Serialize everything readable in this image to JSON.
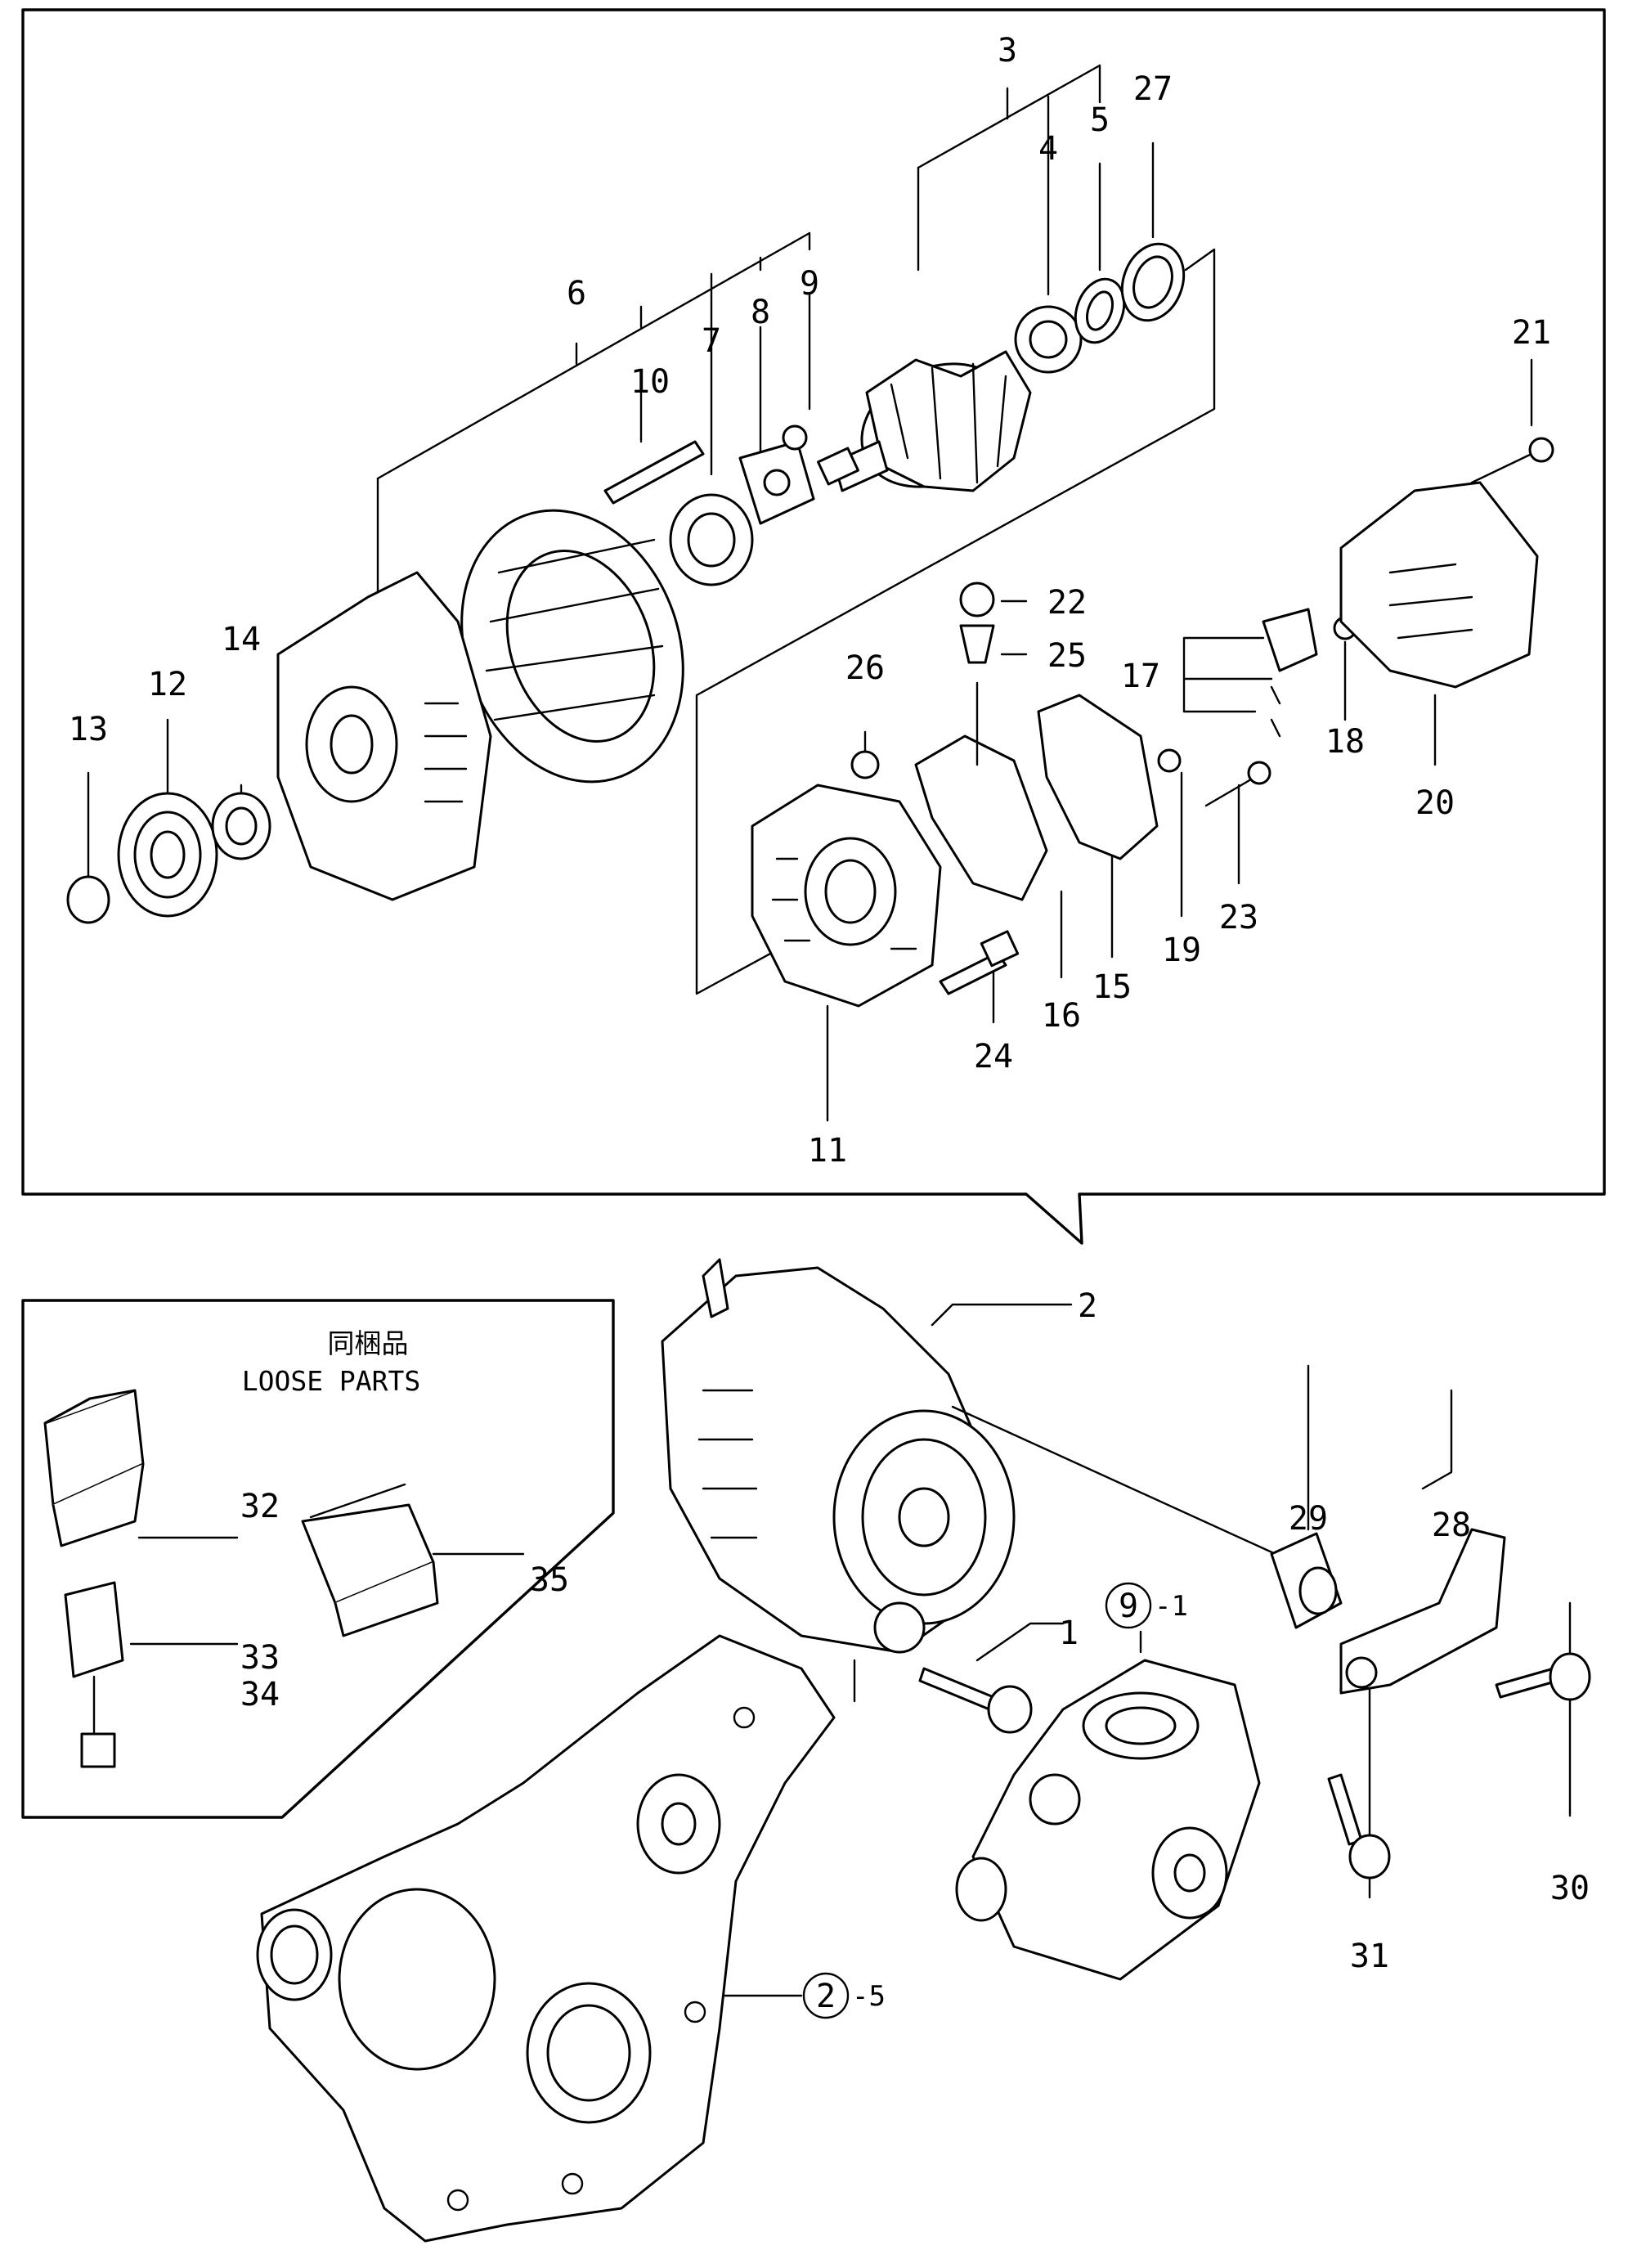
{
  "figure": {
    "loose_parts_title_jp": "同梱品",
    "loose_parts_title_en": "LOOSE PARTS",
    "callouts": [
      "1",
      "2",
      "3",
      "4",
      "5",
      "6",
      "7",
      "8",
      "9",
      "10",
      "11",
      "12",
      "13",
      "14",
      "15",
      "16",
      "17",
      "18",
      "19",
      "20",
      "21",
      "22",
      "23",
      "24",
      "25",
      "26",
      "27",
      "28",
      "29",
      "30",
      "31",
      "32",
      "33",
      "34",
      "35"
    ],
    "circled_refs": [
      {
        "circle": "9",
        "suffix": "-1"
      },
      {
        "circle": "2",
        "suffix": "-5"
      }
    ]
  }
}
